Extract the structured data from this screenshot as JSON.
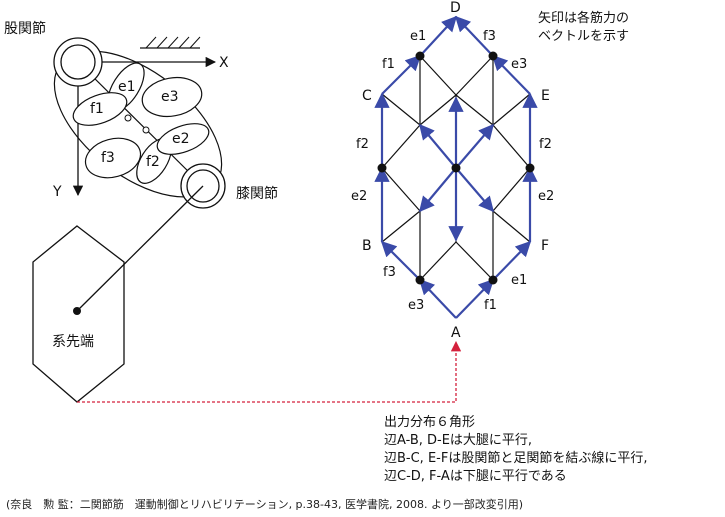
{
  "left_diagram": {
    "hip_label": "股関節",
    "knee_label": "膝関節",
    "endpoint_label": "系先端",
    "x_axis": "X",
    "y_axis": "Y",
    "muscles": [
      "e1",
      "f1",
      "e3",
      "f3",
      "f2",
      "e2"
    ]
  },
  "hexagon": {
    "vertices": [
      "A",
      "B",
      "C",
      "D",
      "E",
      "F"
    ],
    "edge_labels": {
      "top_left": "e1",
      "top_right": "f3",
      "upper_left": "f1",
      "upper_right": "e3",
      "mid_left_top": "f2",
      "mid_right_top": "f2",
      "mid_left_bottom": "e2",
      "mid_right_bottom": "e2",
      "lower_left": "f3",
      "lower_right": "e1",
      "bottom_left": "e3",
      "bottom_right": "f1"
    },
    "note_line1": "矢印は各筋力の",
    "note_line2": "ベクトルを示す",
    "arrow_color": "#3a4aa8",
    "link_color": "#d4213c"
  },
  "caption": {
    "title": "出力分布６角形",
    "line1": "辺A-B,  D-Eは大腿に平行,",
    "line2": "辺B-C,  E-Fは股関節と足関節を結ぶ線に平行,",
    "line3": "辺C-D,  F-Aは下腿に平行である"
  },
  "source": "(奈良　勲 監：二関節筋　運動制御とリハビリテーション, p.38-43, 医学書院, 2008. より一部改変引用)"
}
